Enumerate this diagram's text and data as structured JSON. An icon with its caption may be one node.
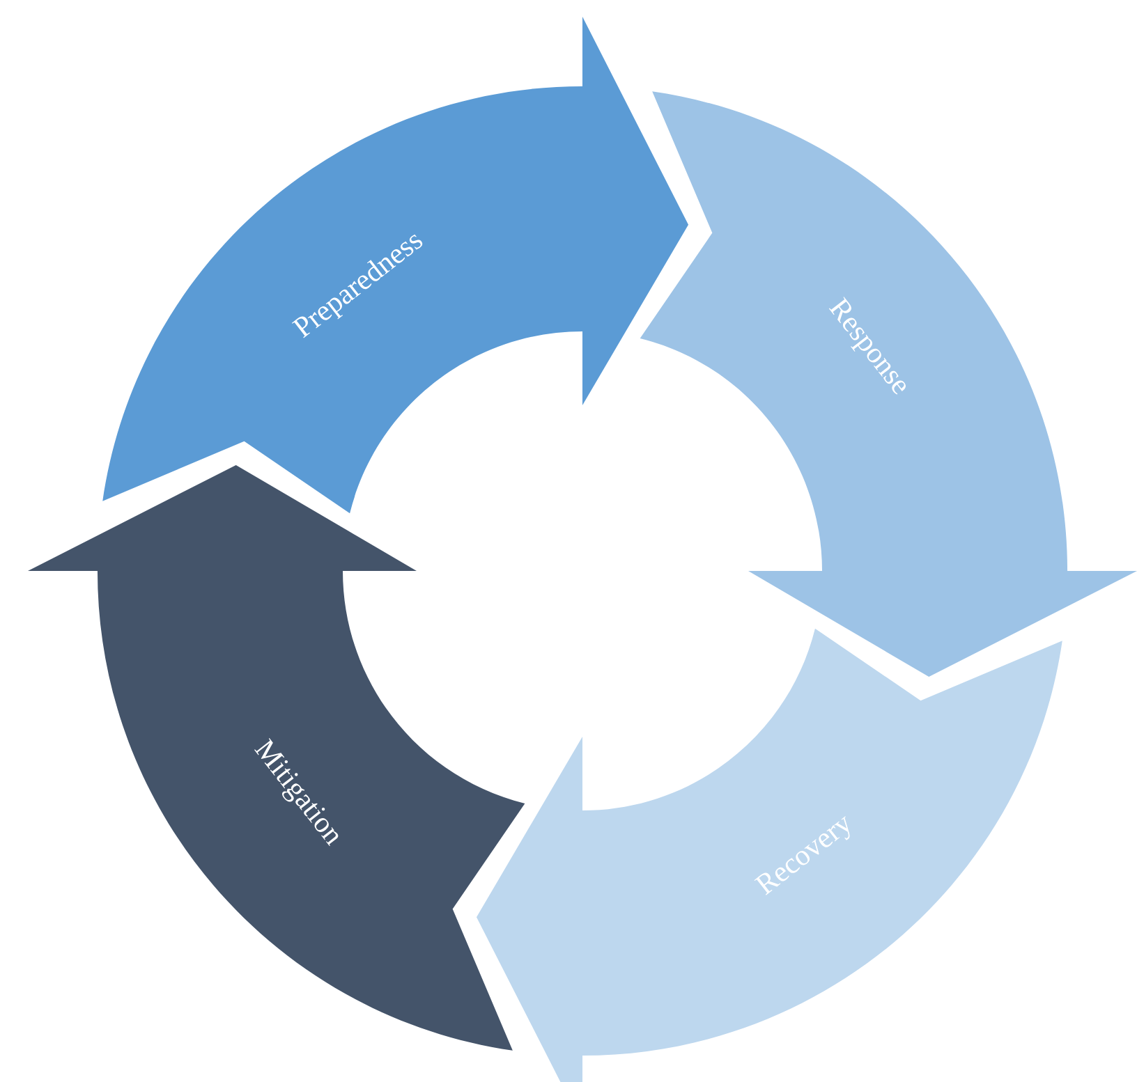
{
  "diagram": {
    "nodes": [
      {
        "text": [
          "Preparedness"
        ]
      },
      {
        "text": [
          "Response"
        ]
      },
      {
        "text": [
          "Recovery"
        ]
      },
      {
        "text": [
          "Mitigation"
        ]
      }
    ]
  }
}
